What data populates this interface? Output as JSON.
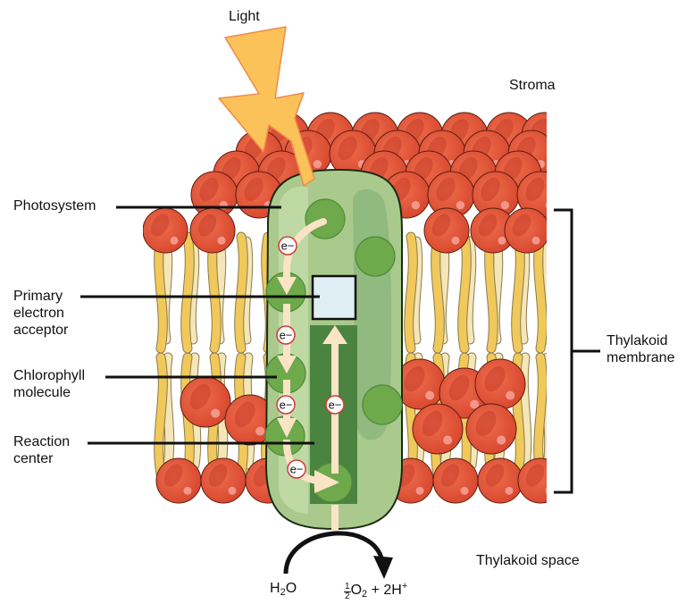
{
  "labels": {
    "light": "Light",
    "stroma": "Stroma",
    "photosystem": "Photosystem",
    "primary_electron_acceptor": [
      "Primary",
      "electron",
      "acceptor"
    ],
    "chlorophyll_molecule": [
      "Chlorophyll",
      "molecule"
    ],
    "reaction_center": [
      "Reaction",
      "center"
    ],
    "thylakoid_membrane": [
      "Thylakoid",
      "membrane"
    ],
    "thylakoid_space": "Thylakoid space"
  },
  "electron_label": "e−",
  "reaction": {
    "reactant": {
      "base": "H",
      "sub": "2",
      "tail": "O"
    },
    "products": {
      "frac_num": "1",
      "frac_den": "2",
      "o": "O",
      "o_sub": "2",
      "plus": " + 2H",
      "sup": "+"
    }
  },
  "colors": {
    "lipid_head": "#e2563a",
    "lipid_head_dark": "#c9412b",
    "lipid_tail": "#f0c95a",
    "lipid_tail_pale": "#f5e6b8",
    "lightning": "#fbc25a",
    "lightning_stroke": "#f08a4b",
    "photosystem_outer": "#a7c98a",
    "photosystem_inner": "#c3dba9",
    "photosystem_stripe": "#7fae73",
    "reaction_center": "#477f3c",
    "chlorophyll": "#6da84a",
    "acceptor_fill": "#dfeef2",
    "electron_path": "#fbe3c6",
    "electron_ring": "#d23a3a"
  }
}
